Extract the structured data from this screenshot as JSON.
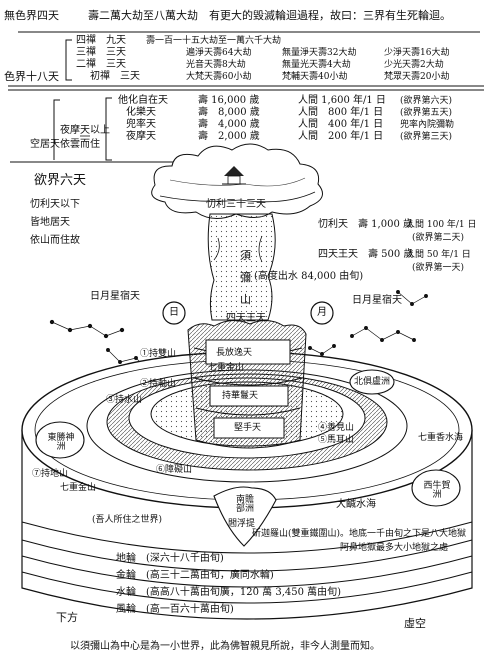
{
  "formless_realm": {
    "label": "無色界四天",
    "text": "壽二萬大劫至八萬大劫　有更大的毀滅輪迴過程，故曰：三界有生死輪迴。"
  },
  "form_realm": {
    "label": "色界十八天",
    "dhyana4": {
      "label": "四禪　九天",
      "life": "壽一百一十五大劫至一萬六千大劫"
    },
    "dhyana3": {
      "label": "三禪　三天",
      "cols": [
        "遍淨天壽64大劫",
        "無量淨天壽32大劫",
        "少淨天壽16大劫"
      ]
    },
    "dhyana2": {
      "label": "二禪　三天",
      "cols": [
        "光音天壽8大劫",
        "無量光天壽4大劫",
        "少光天壽2大劫"
      ]
    },
    "dhyana1": {
      "label": "初禪　三天",
      "cols": [
        "大梵天壽60小劫",
        "梵輔天壽40小劫",
        "梵眾天壽20小劫"
      ]
    }
  },
  "desire_upper": {
    "note1": "夜摩天以上",
    "note2": "空居天依雲而住",
    "rows": [
      {
        "name": "他化自在天",
        "life": "壽 16,000 歲",
        "day": "人間 1,600 年/1 日",
        "extra": "(欲界第六天)"
      },
      {
        "name": "化樂天",
        "life": "壽　8,000 歲",
        "day": "人間　800 年/1 日",
        "extra": "(欲界第五天)"
      },
      {
        "name": "兜率天",
        "life": "壽　4,000 歲",
        "day": "人間　400 年/1 日",
        "extra": "兜率內院彌勒"
      },
      {
        "name": "夜摩天",
        "life": "壽　2,000 歲",
        "day": "人間　200 年/1 日",
        "extra": "(欲界第三天)"
      }
    ]
  },
  "desire_realm": {
    "title": "欲界六天",
    "notes": [
      "忉利天以下",
      "皆地居天",
      "依山而住故"
    ]
  },
  "summit": {
    "label": "忉利三十三天",
    "trayastrimsa_life": "忉利天　壽 1,000 歲",
    "trayastrimsa_day": "人間 100 年/1 日",
    "trayastrimsa_rank": "(欲界第二天)",
    "kings_life": "四天王天　壽 500 歲",
    "kings_day": "人間 50 年/1 日",
    "kings_rank": "(欲界第一天)"
  },
  "sumeru": {
    "name1": "須",
    "name2": "彌",
    "height": "(高度出水 84,000 由旬)",
    "name3": "山",
    "kings": "四天王天"
  },
  "sky": {
    "stars_left": "日月星宿天",
    "stars_right": "日月星宿天",
    "sun": "日",
    "moon": "月"
  },
  "mountains": {
    "m1": "①持雙山",
    "m2": "②持軸山",
    "m3": "③持水山",
    "m4": "④善見山",
    "m5": "⑤馬耳山",
    "m6": "⑥障礙山",
    "m7": "⑦持地山",
    "gold": "七重金山",
    "gold2": "七重金山",
    "park1": "長放逸天",
    "park2": "持華鬘天",
    "park3": "堅手天",
    "seas": "七重香水海",
    "salt_sea": "大鹹水海",
    "iron": "斫迦羅山(雙重鐵圍山)。地底一千由旬之下是八大地獄",
    "iron2": "阿鼻地獄最多大小地獄之處"
  },
  "continents": {
    "east": "東勝神洲",
    "west": "西牛賀洲",
    "north": "北俱盧洲",
    "south": "南贍部洲",
    "south2": "閻浮提",
    "humans": "(吾人所住之世界)"
  },
  "wheels": {
    "earth": "地輪　(深六十八千由旬)",
    "gold": "金輪　(高三十二萬由旬，廣同水輪)",
    "water": "水輪　(高高八十萬由旬廣，120 萬 3,450 萬由旬)",
    "wind": "風輪　(高一百六十萬由旬)"
  },
  "directions": {
    "below": "下方",
    "void": "虛空"
  },
  "caption": "以須彌山為中心是為一小世界，此為佛智親見所說，非今人測量而知。"
}
